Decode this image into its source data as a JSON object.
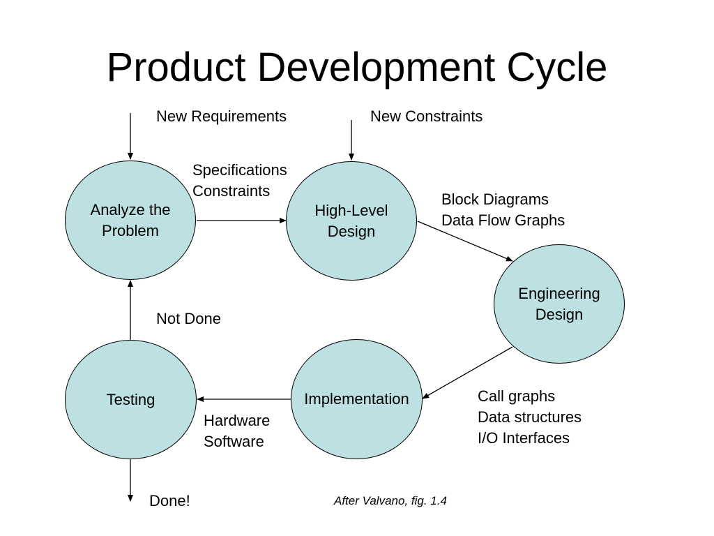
{
  "title": "Product Development Cycle",
  "node_fill": "#bde0e3",
  "nodes": {
    "analyze": [
      "Analyze the",
      "Problem"
    ],
    "highlevel": [
      "High-Level",
      "Design"
    ],
    "engineering": [
      "Engineering",
      "Design"
    ],
    "implementation": [
      "Implementation"
    ],
    "testing": [
      "Testing"
    ]
  },
  "inputs": {
    "new_requirements": "New Requirements",
    "new_constraints": "New Constraints"
  },
  "edge_labels": {
    "spec": [
      "Specifications",
      "Constraints"
    ],
    "block": [
      "Block Diagrams",
      "Data Flow Graphs"
    ],
    "call": [
      "Call graphs",
      "Data structures",
      "I/O Interfaces"
    ],
    "hw": [
      "Hardware",
      "Software"
    ],
    "not_done": "Not Done",
    "done": "Done!"
  },
  "credit": "After Valvano, fig. 1.4"
}
